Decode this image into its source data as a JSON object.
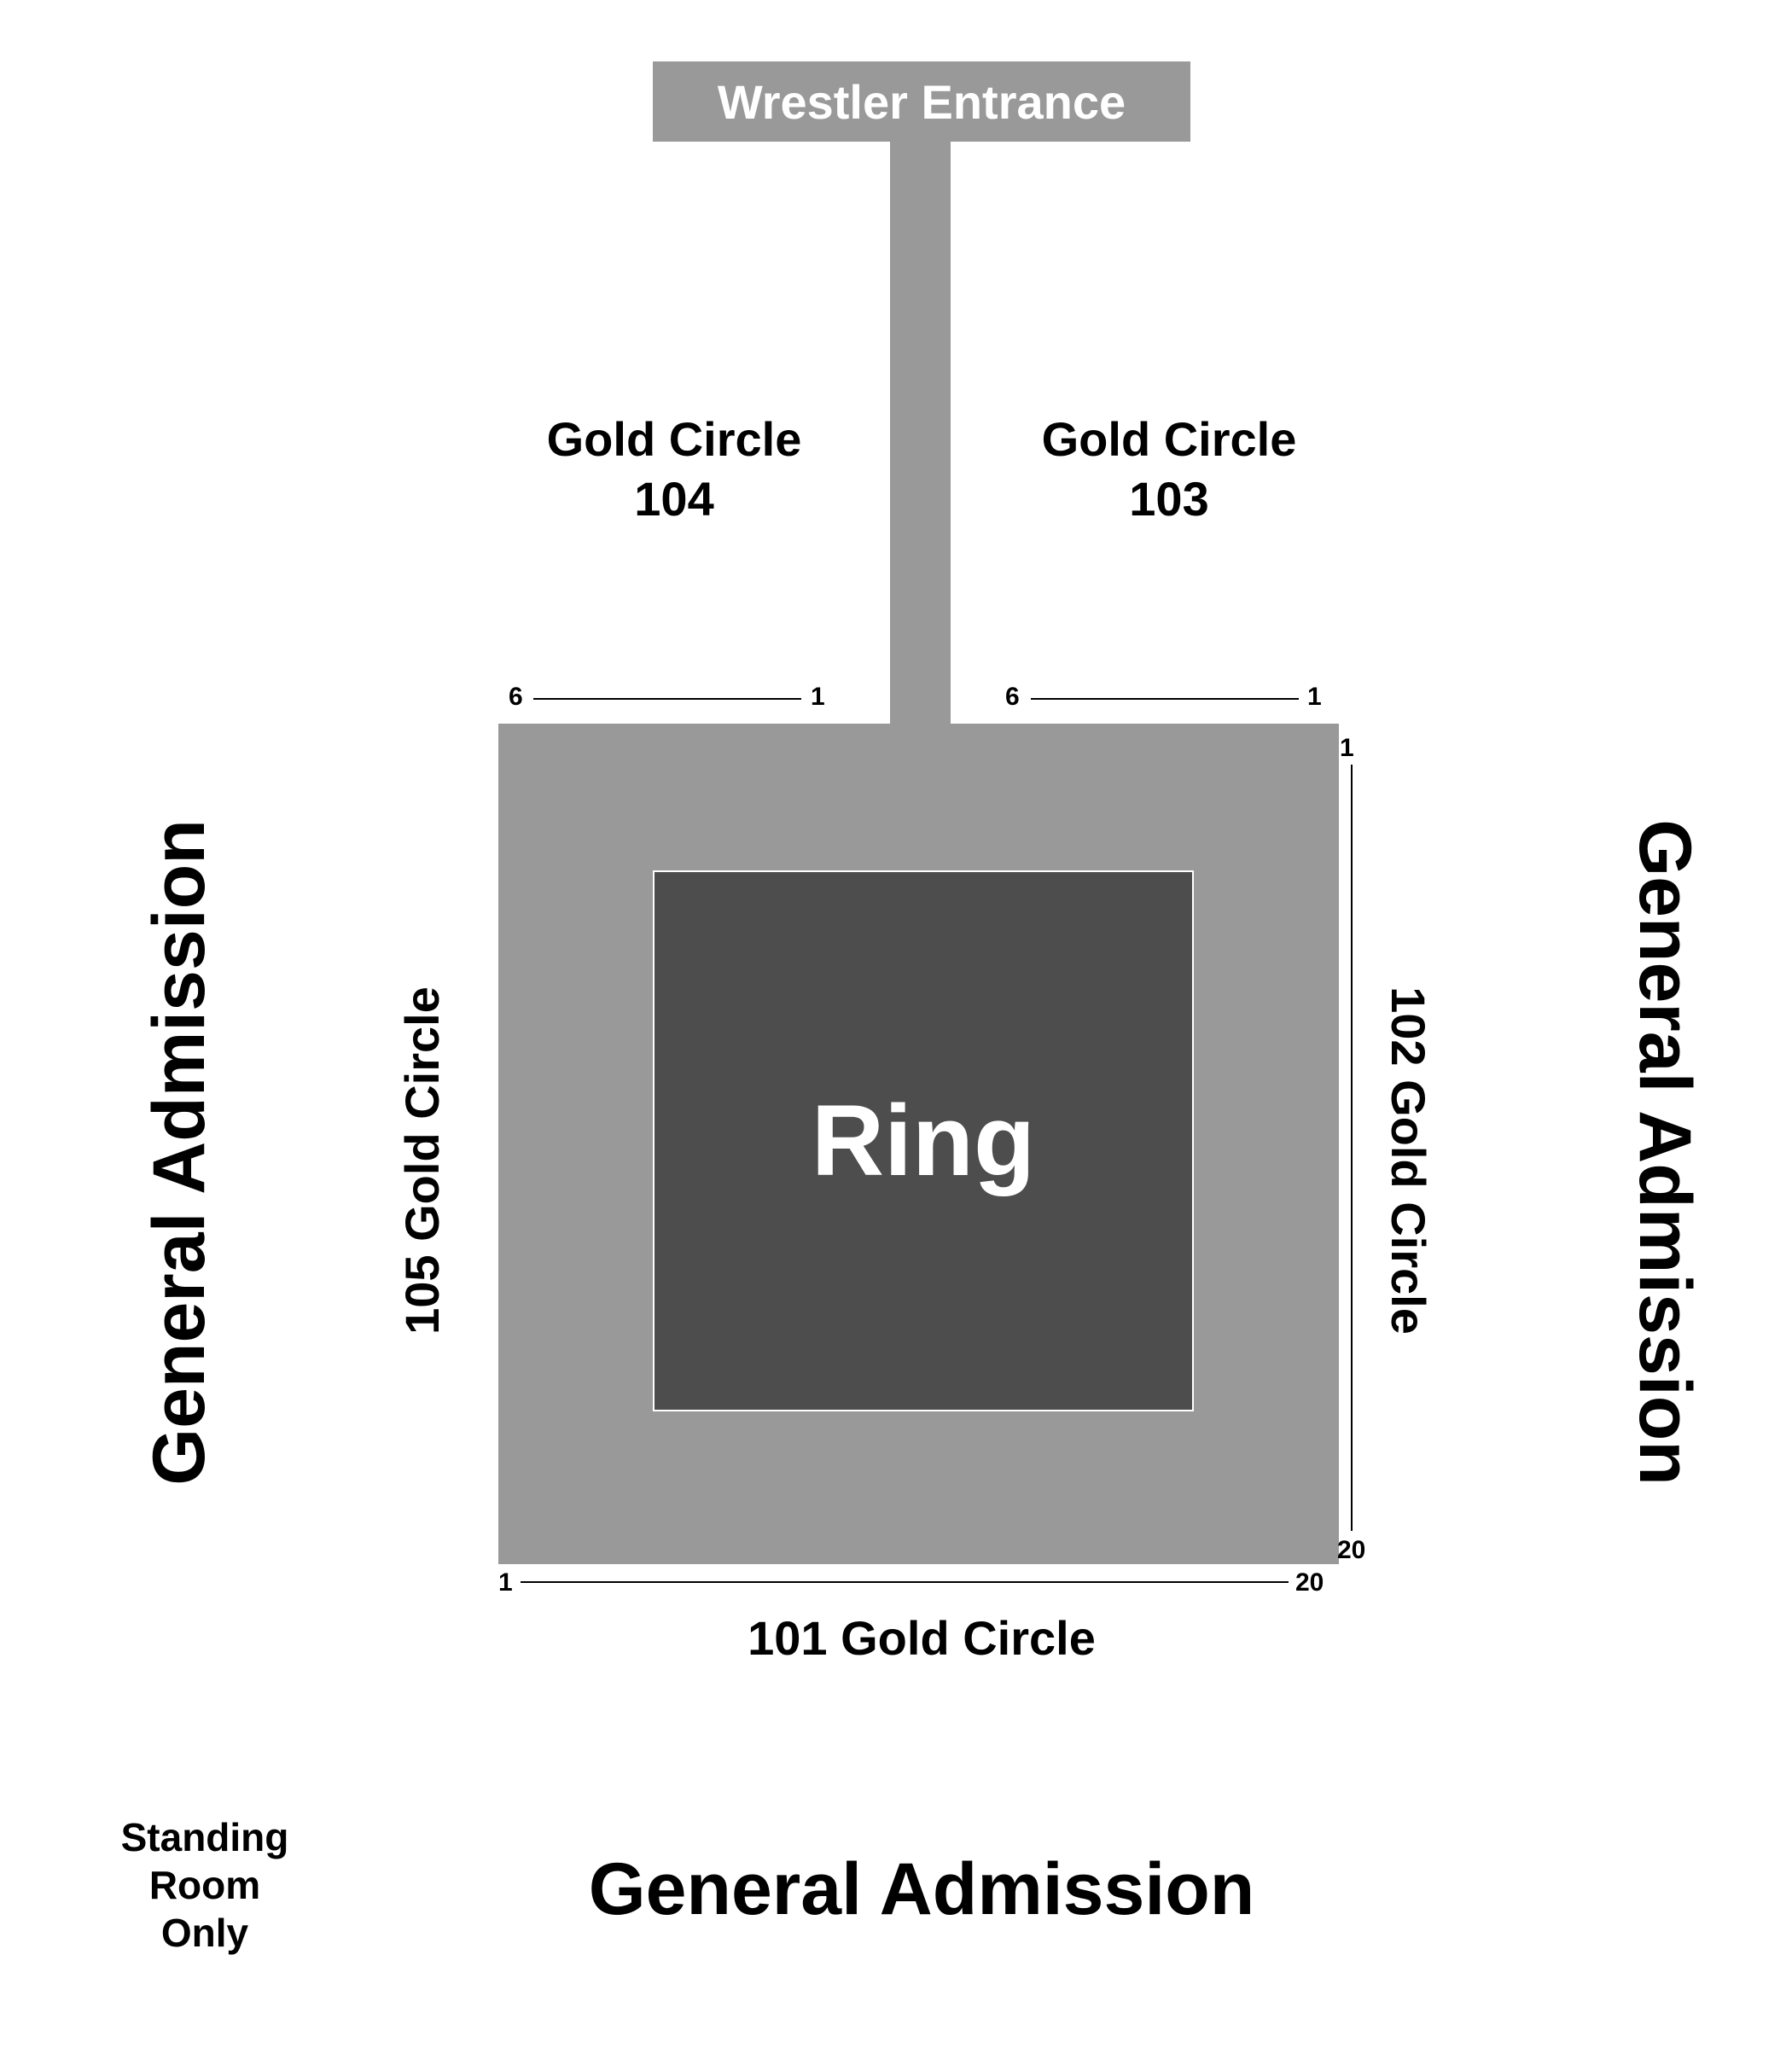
{
  "entrance": {
    "label": "Wrestler Entrance"
  },
  "ring": {
    "label": "Ring"
  },
  "sections": {
    "s104": {
      "line1": "Gold Circle",
      "line2": "104",
      "row_start": "6",
      "row_end": "1"
    },
    "s103": {
      "line1": "Gold Circle",
      "line2": "103",
      "row_start": "6",
      "row_end": "1"
    },
    "s105": {
      "label": "105 Gold Circle"
    },
    "s102": {
      "label": "102 Gold Circle",
      "row_start": "1",
      "row_end": "20"
    },
    "s101": {
      "label": "101 Gold Circle",
      "row_start": "1",
      "row_end": "20"
    }
  },
  "general_admission": {
    "left": "General Admission",
    "right": "General Admission",
    "bottom": "General Admission"
  },
  "standing_room": {
    "line1": "Standing",
    "line2": "Room",
    "line3": "Only"
  },
  "colors": {
    "floor": "#999999",
    "ring": "#4d4d4d",
    "ring_border": "#ffffff",
    "background": "#ffffff"
  }
}
